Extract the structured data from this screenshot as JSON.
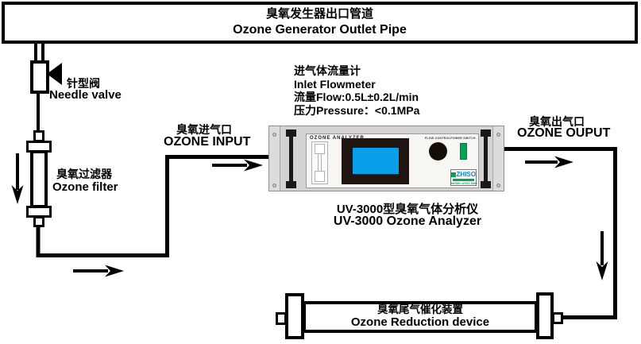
{
  "generator_pipe": {
    "zh": "臭氧发生器出口管道",
    "en": "Ozone Generator Outlet Pipe"
  },
  "needle_valve": {
    "zh": "针型阀",
    "en": "Needle valve"
  },
  "ozone_filter": {
    "zh": "臭氧过滤器",
    "en": "Ozone filter"
  },
  "ozone_input": {
    "zh": "臭氧进气口",
    "en": "OZONE INPUT"
  },
  "inlet_note": {
    "zh_title": "进气体流量计",
    "en_title": "Inlet Flowmeter",
    "flow": "流量Flow:0.5L±0.2L/min",
    "pressure": "压力Pressure：<0.1MPa"
  },
  "analyzer": {
    "panel_title": "OZONE ANALYZER",
    "flow_control_label": "FLOW CONTROL",
    "power_switch_label": "POWER SWITCH",
    "brand": "ZHISO",
    "model": "MODEL:UVOZ-3000",
    "caption_zh": "UV-3000型臭氧气体分析仪",
    "caption_en": "UV-3000 Ozone Analyzer"
  },
  "ozone_output": {
    "zh": "臭氧出气口",
    "en": "OZONE OUPUT"
  },
  "reduction_device": {
    "zh": "臭氧尾气催化装置",
    "en": "Ozone Reduction device"
  },
  "colors": {
    "line": "#000000",
    "screen_blue": "#099ee9",
    "switch_green": "#00a455",
    "brand_blue": "#0c82c6",
    "analyzer_gray": "#d3d3d3"
  }
}
